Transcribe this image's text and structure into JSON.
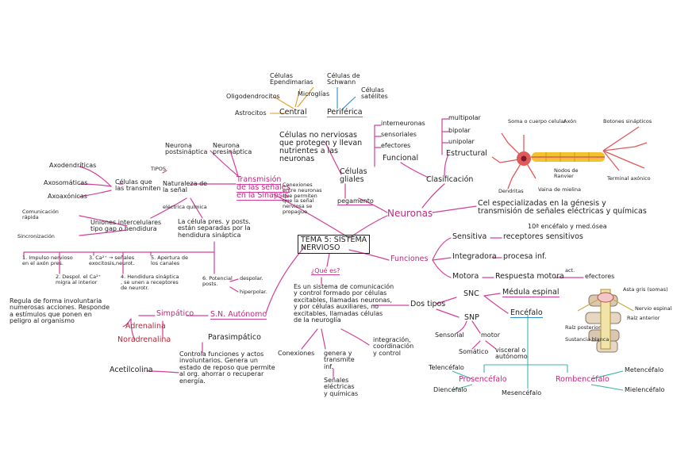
{
  "colors": {
    "ink": "#222222",
    "connector": "#d2409a",
    "title": "#c0287e",
    "orange": "#e79a2a",
    "blue": "#2a8fd2",
    "teal": "#3fb3a8",
    "red": "#c02030",
    "neuron_body": "#e05a5a",
    "myelin": "#f2c230"
  },
  "center": {
    "title": "TEMA 5: SISTEMA\nNERVIOSO",
    "question": "¿Qué es?"
  },
  "definition": "Es un sistema de comunicación\ny control formado por células\nexcitables, llamadas neuronas,\ny por células auxiliares, no\nexcitables, llamadas células\nde la neuroglía",
  "glia": {
    "top": [
      "Células\nEpendimarias",
      "Células de\nSchwann"
    ],
    "middle": [
      "Oligodendrocitos",
      "Microglías",
      "Células\nsatélites"
    ],
    "central": "Central",
    "peripheral": "Periférica",
    "astrocytes": "Astrocitos",
    "note": "Células no nerviosas\nque protegen y llevan\nnutrientes a las\nneuronas",
    "label": "Células\ngliales",
    "glue": "pegamento"
  },
  "neurons": {
    "label": "Neuronas",
    "function_desc": "Cel especializadas en la génesis y\ntransmisión de señales eléctricas y químicas",
    "classification": "Clasificación",
    "functional": "Funcional",
    "structural": "Estructural",
    "functional_types": [
      "interneuronas",
      "sensoriales",
      "efectores"
    ],
    "structural_types": [
      "multipolar",
      "bipolar",
      "unipolar"
    ],
    "diagram_labels": [
      "Soma o cuerpo celular",
      "Axón",
      "Botones sinápticos",
      "Nodos de\nRanvier",
      "Terminal axónico",
      "Dendritas",
      "Vaina de mielina"
    ]
  },
  "synapse": {
    "title": "Transmisión\nde las señales\nen la Sinapsis",
    "note": "Conexiones\nentre neuronas\nque permiten\nque la señal\nnerviosa se\npropague",
    "types_label": "TIPOS",
    "neuron_pre": "Neurona\npostsináptica",
    "neuron_post": "Neurona\npresináptica",
    "cells_transmit": "Células que\nlas transmiten",
    "nature": "Naturaleza de\nla señal",
    "cell_types": [
      "Axodendríticas",
      "Axosomáticas",
      "Axoaxónicas"
    ],
    "chemical": "eléctrica química",
    "gap_desc": "Uniones intercelulares\ntipo gap o hendidura",
    "comm_fast": "Comunicación\nrápida",
    "synchronize": "Sincronización",
    "cleft_desc": "La célula pres. y posts.\nestán separadas por la\nhendidura sináptica",
    "steps": [
      "1. Impulso nervioso\nen el axón pres.",
      "2. Despol. el Ca²⁺\nmigra al interior",
      "3. Ca²⁺ → señales\nexocitosis,neurot.",
      "4. Hendidura sináptica\n, se unen a receptores\nde neurotr.",
      "5. Apertura de\nlos canales",
      "6. Potencial\nposts."
    ],
    "outcomes": [
      "despolar.",
      "hiperpolar."
    ]
  },
  "functions": {
    "label": "Funciones",
    "items": [
      {
        "name": "Sensitiva",
        "result": "receptores sensitivos"
      },
      {
        "name": "Integradora",
        "result": "procesa inf."
      },
      {
        "name": "Motora",
        "result": "Respuesta motora"
      }
    ],
    "sensitive_note": "10ª encéfalo y med.ósea",
    "effectors_note": "act.",
    "effectors": "efectores"
  },
  "autonomic": {
    "label": "S.N. Autónomo",
    "sympathetic": "Simpático",
    "parasympathetic": "Parasimpático",
    "sympathetic_desc": "Regula de forma involuntaria\nnumerosas acciones. Responde\na estímulos que ponen en\npeligro al organismo",
    "adrenaline": "Adrenalina",
    "noradrenaline": "Noradrenalina",
    "para_desc": "Controla funciones y actos\ninvoluntarios. Genera un\nestado de reposo que permite\nal org. ahorrar o recuperar\nenergía.",
    "acetylcholine": "Acetilcolina"
  },
  "connections": {
    "label": "Conexiones",
    "generate": "genera y\ntransmite\ninf.",
    "signals": "Señales\neléctricas\ny químicas",
    "integration": "integración,\ncoordinación\ny control"
  },
  "divisions": {
    "label": "Dos tipos",
    "snc": "SNC",
    "snp": "SNP",
    "spinal": "Médula espinal",
    "brain": "Encéfalo",
    "sensorial": "Sensorial",
    "motor": "motor",
    "somatic": "Somático",
    "visceral": "visceral o\nautónomo",
    "prosencephalon": "Prosencéfalo",
    "rhombencephalon": "Rombencéfalo",
    "mesencephalon": "Mesencéfalo",
    "telencephalon": "Telencéfalo",
    "diencephalon": "Diencéfalo",
    "metencephalon": "Metencéfalo",
    "myelencephalon": "Mielencéfalo",
    "spine_labels": [
      "Asta gris (somas)",
      "Nervio espinal",
      "Raíz anterior",
      "Raíz posterior",
      "Sustancia blanca"
    ]
  }
}
